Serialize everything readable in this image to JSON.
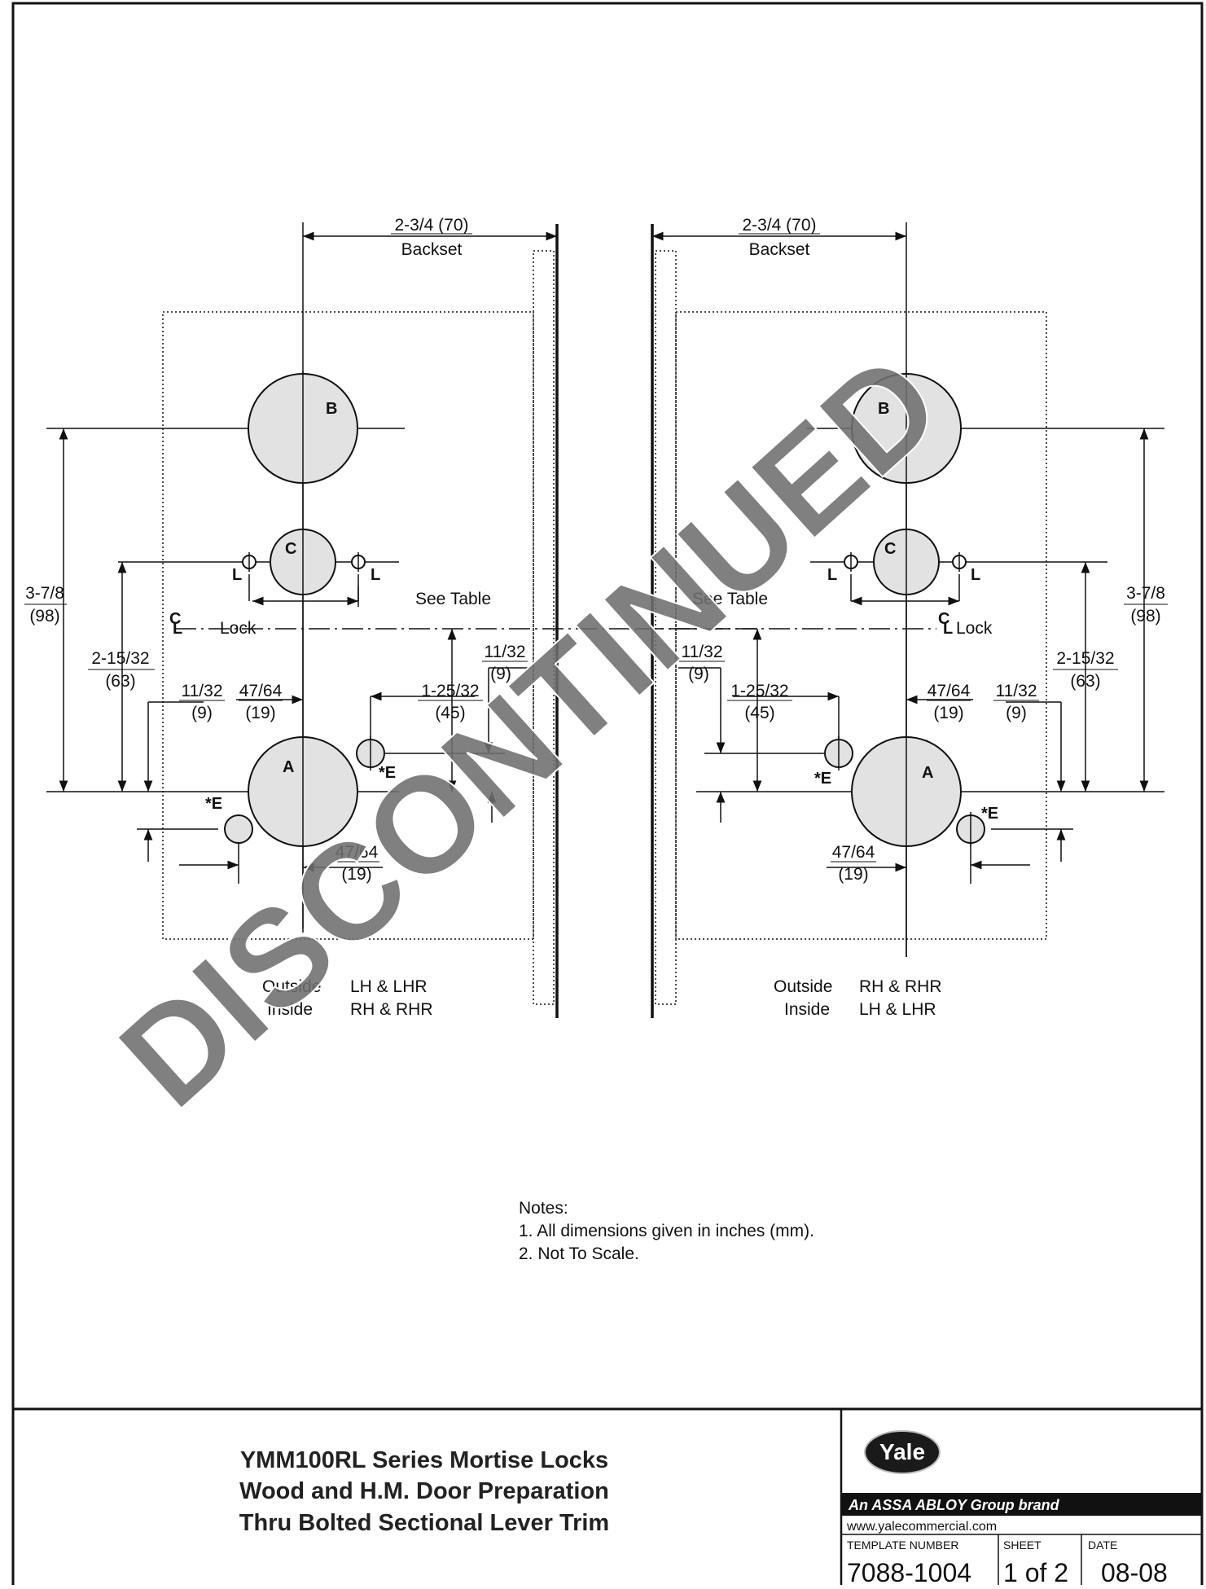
{
  "drawing": {
    "left_view": {
      "backset_dim": "2-3/4 (70)",
      "backset_label": "Backset",
      "hole_b": "B",
      "hole_c": "C",
      "hole_a": "A",
      "hole_e": "*E",
      "hole_l_left": "L",
      "hole_l_right": "L",
      "see_table": "See Table",
      "centerline_symbol": "C",
      "centerline_symbol_sub": "L",
      "centerline_label": "Lock",
      "dim_3_7_8": "3-7/8",
      "dim_98": "(98)",
      "dim_2_15_32": "2-15/32",
      "dim_63": "(63)",
      "dim_11_32_a": "11/32",
      "dim_9_a": "(9)",
      "dim_47_64_a": "47/64",
      "dim_19_a": "(19)",
      "dim_1_25_32": "1-25/32",
      "dim_45": "(45)",
      "dim_11_32_b": "11/32",
      "dim_9_b": "(9)",
      "dim_47_64_b": "47/64",
      "dim_19_b": "(19)",
      "hand_outside": "Outside",
      "hand_outside_value": "LH & LHR",
      "hand_inside": "Inside",
      "hand_inside_value": "RH & RHR"
    },
    "right_view": {
      "backset_dim": "2-3/4 (70)",
      "backset_label": "Backset",
      "hole_b": "B",
      "hole_c": "C",
      "hole_a": "A",
      "hole_e_upper": "*E",
      "hole_e_lower": "*E",
      "hole_l_left": "L",
      "hole_l_right": "L",
      "see_table": "See Table",
      "centerline_symbol": "C",
      "centerline_symbol_sub": "L",
      "centerline_label": "Lock",
      "dim_3_7_8": "3-7/8",
      "dim_98": "(98)",
      "dim_2_15_32": "2-15/32",
      "dim_63": "(63)",
      "dim_11_32_a": "11/32",
      "dim_9_a": "(9)",
      "dim_47_64_a": "47/64",
      "dim_19_a": "(19)",
      "dim_1_25_32": "1-25/32",
      "dim_45": "(45)",
      "dim_11_32_b": "11/32",
      "dim_9_b": "(9)",
      "dim_47_64_b": "47/64",
      "dim_19_b": "(19)",
      "hand_outside": "Outside",
      "hand_outside_value": "RH & RHR",
      "hand_inside": "Inside",
      "hand_inside_value": "LH & LHR"
    },
    "notes_heading": "Notes:",
    "notes": [
      "1.  All dimensions given in inches (mm).",
      "2.  Not To Scale."
    ],
    "watermark": "DISCONTINUED",
    "watermark_color": "#6e6e6e",
    "hole_fill": "#e2e2e2"
  },
  "title_block": {
    "title_line1": "YMM100RL Series Mortise Locks",
    "title_line2": "Wood and H.M. Door Preparation",
    "title_line3": "Thru Bolted Sectional Lever Trim",
    "logo": "Yale",
    "brand_band": "An ASSA ABLOY Group brand",
    "website": "www.yalecommercial.com",
    "template_number_label": "TEMPLATE NUMBER",
    "template_number": "7088-1004",
    "sheet_label": "SHEET",
    "sheet_value": "1 of 2",
    "date_label": "DATE",
    "date_value": "08-08"
  }
}
